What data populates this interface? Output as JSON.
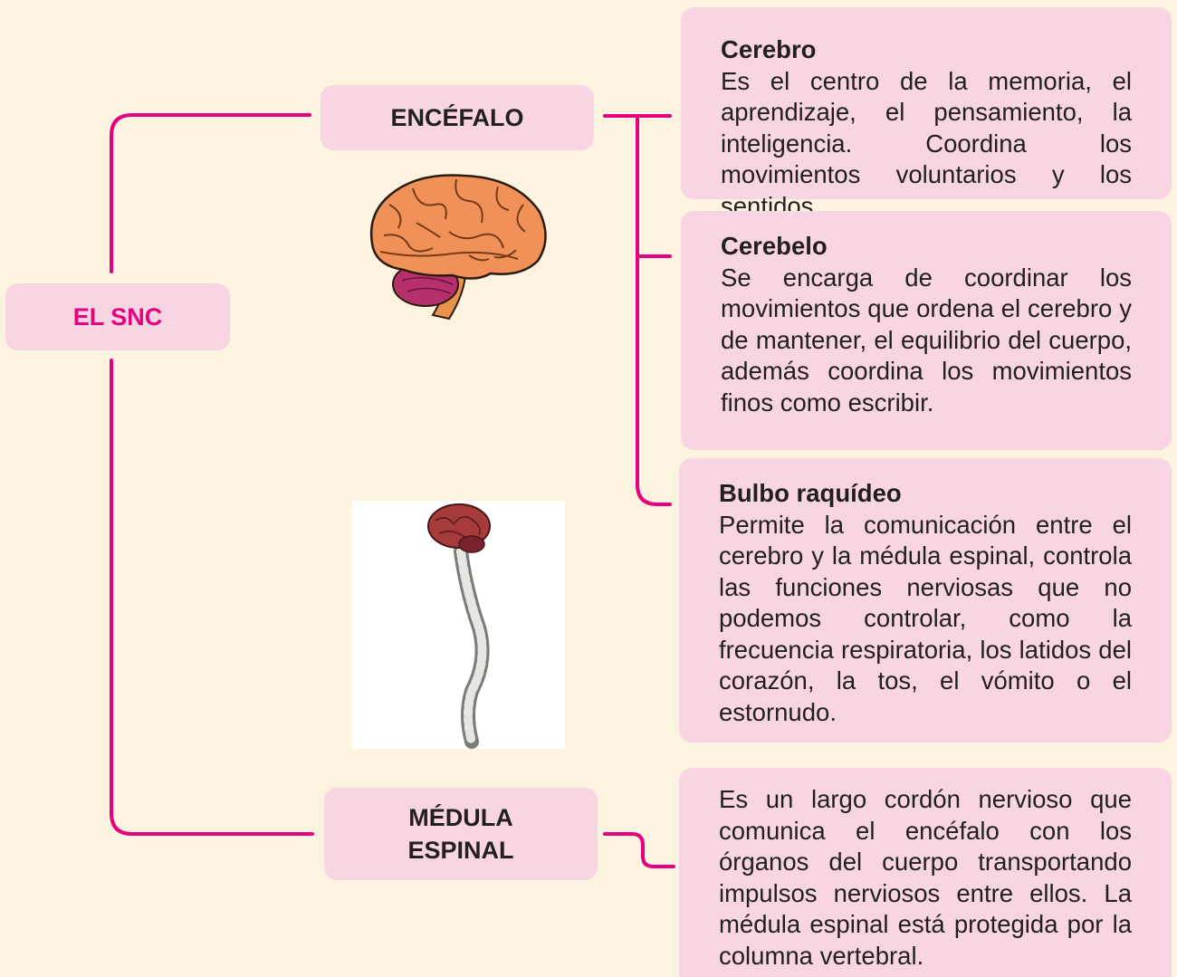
{
  "root": {
    "label": "EL SNC"
  },
  "encefalo": {
    "label": "ENCÉFALO",
    "parts": [
      {
        "title": "Cerebro",
        "text": "Es el centro de la memoria, el aprendizaje, el pensamiento, la inteligencia. Coordina los movimientos voluntarios y los sentidos."
      },
      {
        "title": "Cerebelo",
        "text": "Se encarga de coordinar los movimientos que ordena el cerebro y de mantener, el equilibrio del cuerpo, además coordina los movimientos finos como escribir."
      },
      {
        "title": "Bulbo raquídeo",
        "text": "Permite la comunicación entre el cerebro y la médula espinal, controla las funciones nerviosas que no podemos controlar, como la frecuencia respiratoria, los latidos del corazón, la tos, el vómito o el estornudo."
      }
    ]
  },
  "medula": {
    "label_line1": "MÉDULA",
    "label_line2": "ESPINAL",
    "text": "Es un largo cordón nervioso que comunica el encéfalo con los órganos del cuerpo transportando impulsos nerviosos entre ellos. La médula espinal está protegida por la columna vertebral."
  },
  "colors": {
    "connector": "#e6007e",
    "box": "#f8d5e3",
    "background": "#fdf3e1"
  }
}
